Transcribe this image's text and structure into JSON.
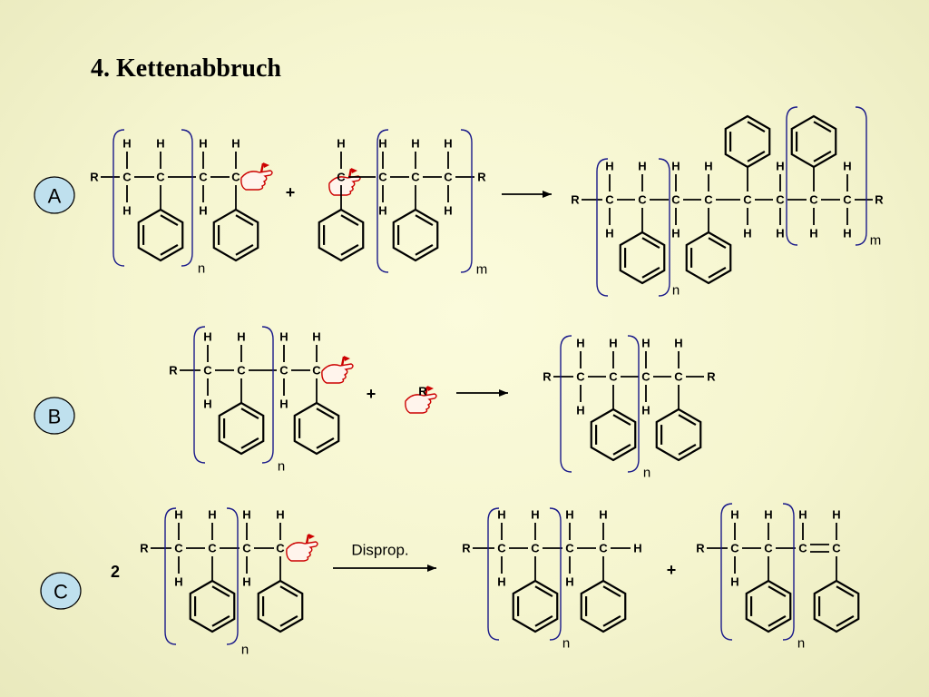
{
  "title": "4. Kettenabbruch",
  "labels": {
    "A": "A",
    "B": "B",
    "C": "C"
  },
  "atoms": {
    "R": "R",
    "C": "C",
    "H": "H"
  },
  "indices": {
    "n": "n",
    "m": "m"
  },
  "plus": "+",
  "coefficient": "2",
  "disprop_label": "Disprop.",
  "colors": {
    "bracket": "#1a1a8a",
    "radical_hand": "#cc0000",
    "badge": "#bfe0ee"
  }
}
